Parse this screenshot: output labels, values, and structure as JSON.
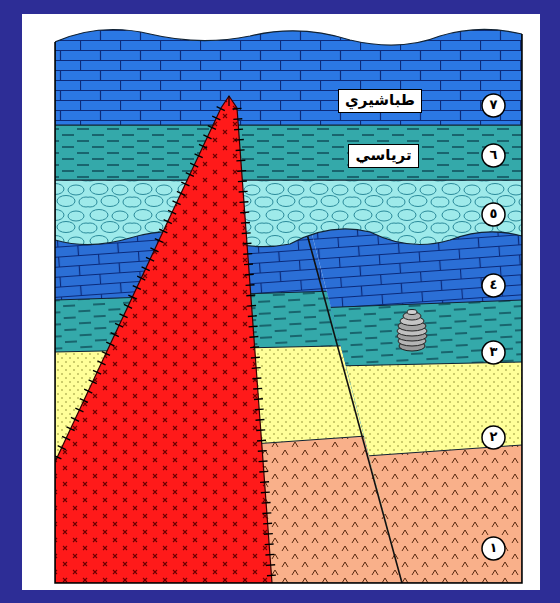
{
  "diagram": {
    "nodes": [
      {
        "text": [
          "٧"
        ]
      },
      {
        "text": [
          "طباشيري"
        ]
      },
      {
        "text": [
          "٦"
        ]
      },
      {
        "text": [
          "ترياسي"
        ]
      },
      {
        "text": [
          "٥"
        ]
      },
      {
        "text": [
          "٤"
        ]
      },
      {
        "text": [
          "٣"
        ]
      },
      {
        "text": [
          "٢"
        ]
      },
      {
        "text": [
          "١"
        ]
      }
    ]
  }
}
